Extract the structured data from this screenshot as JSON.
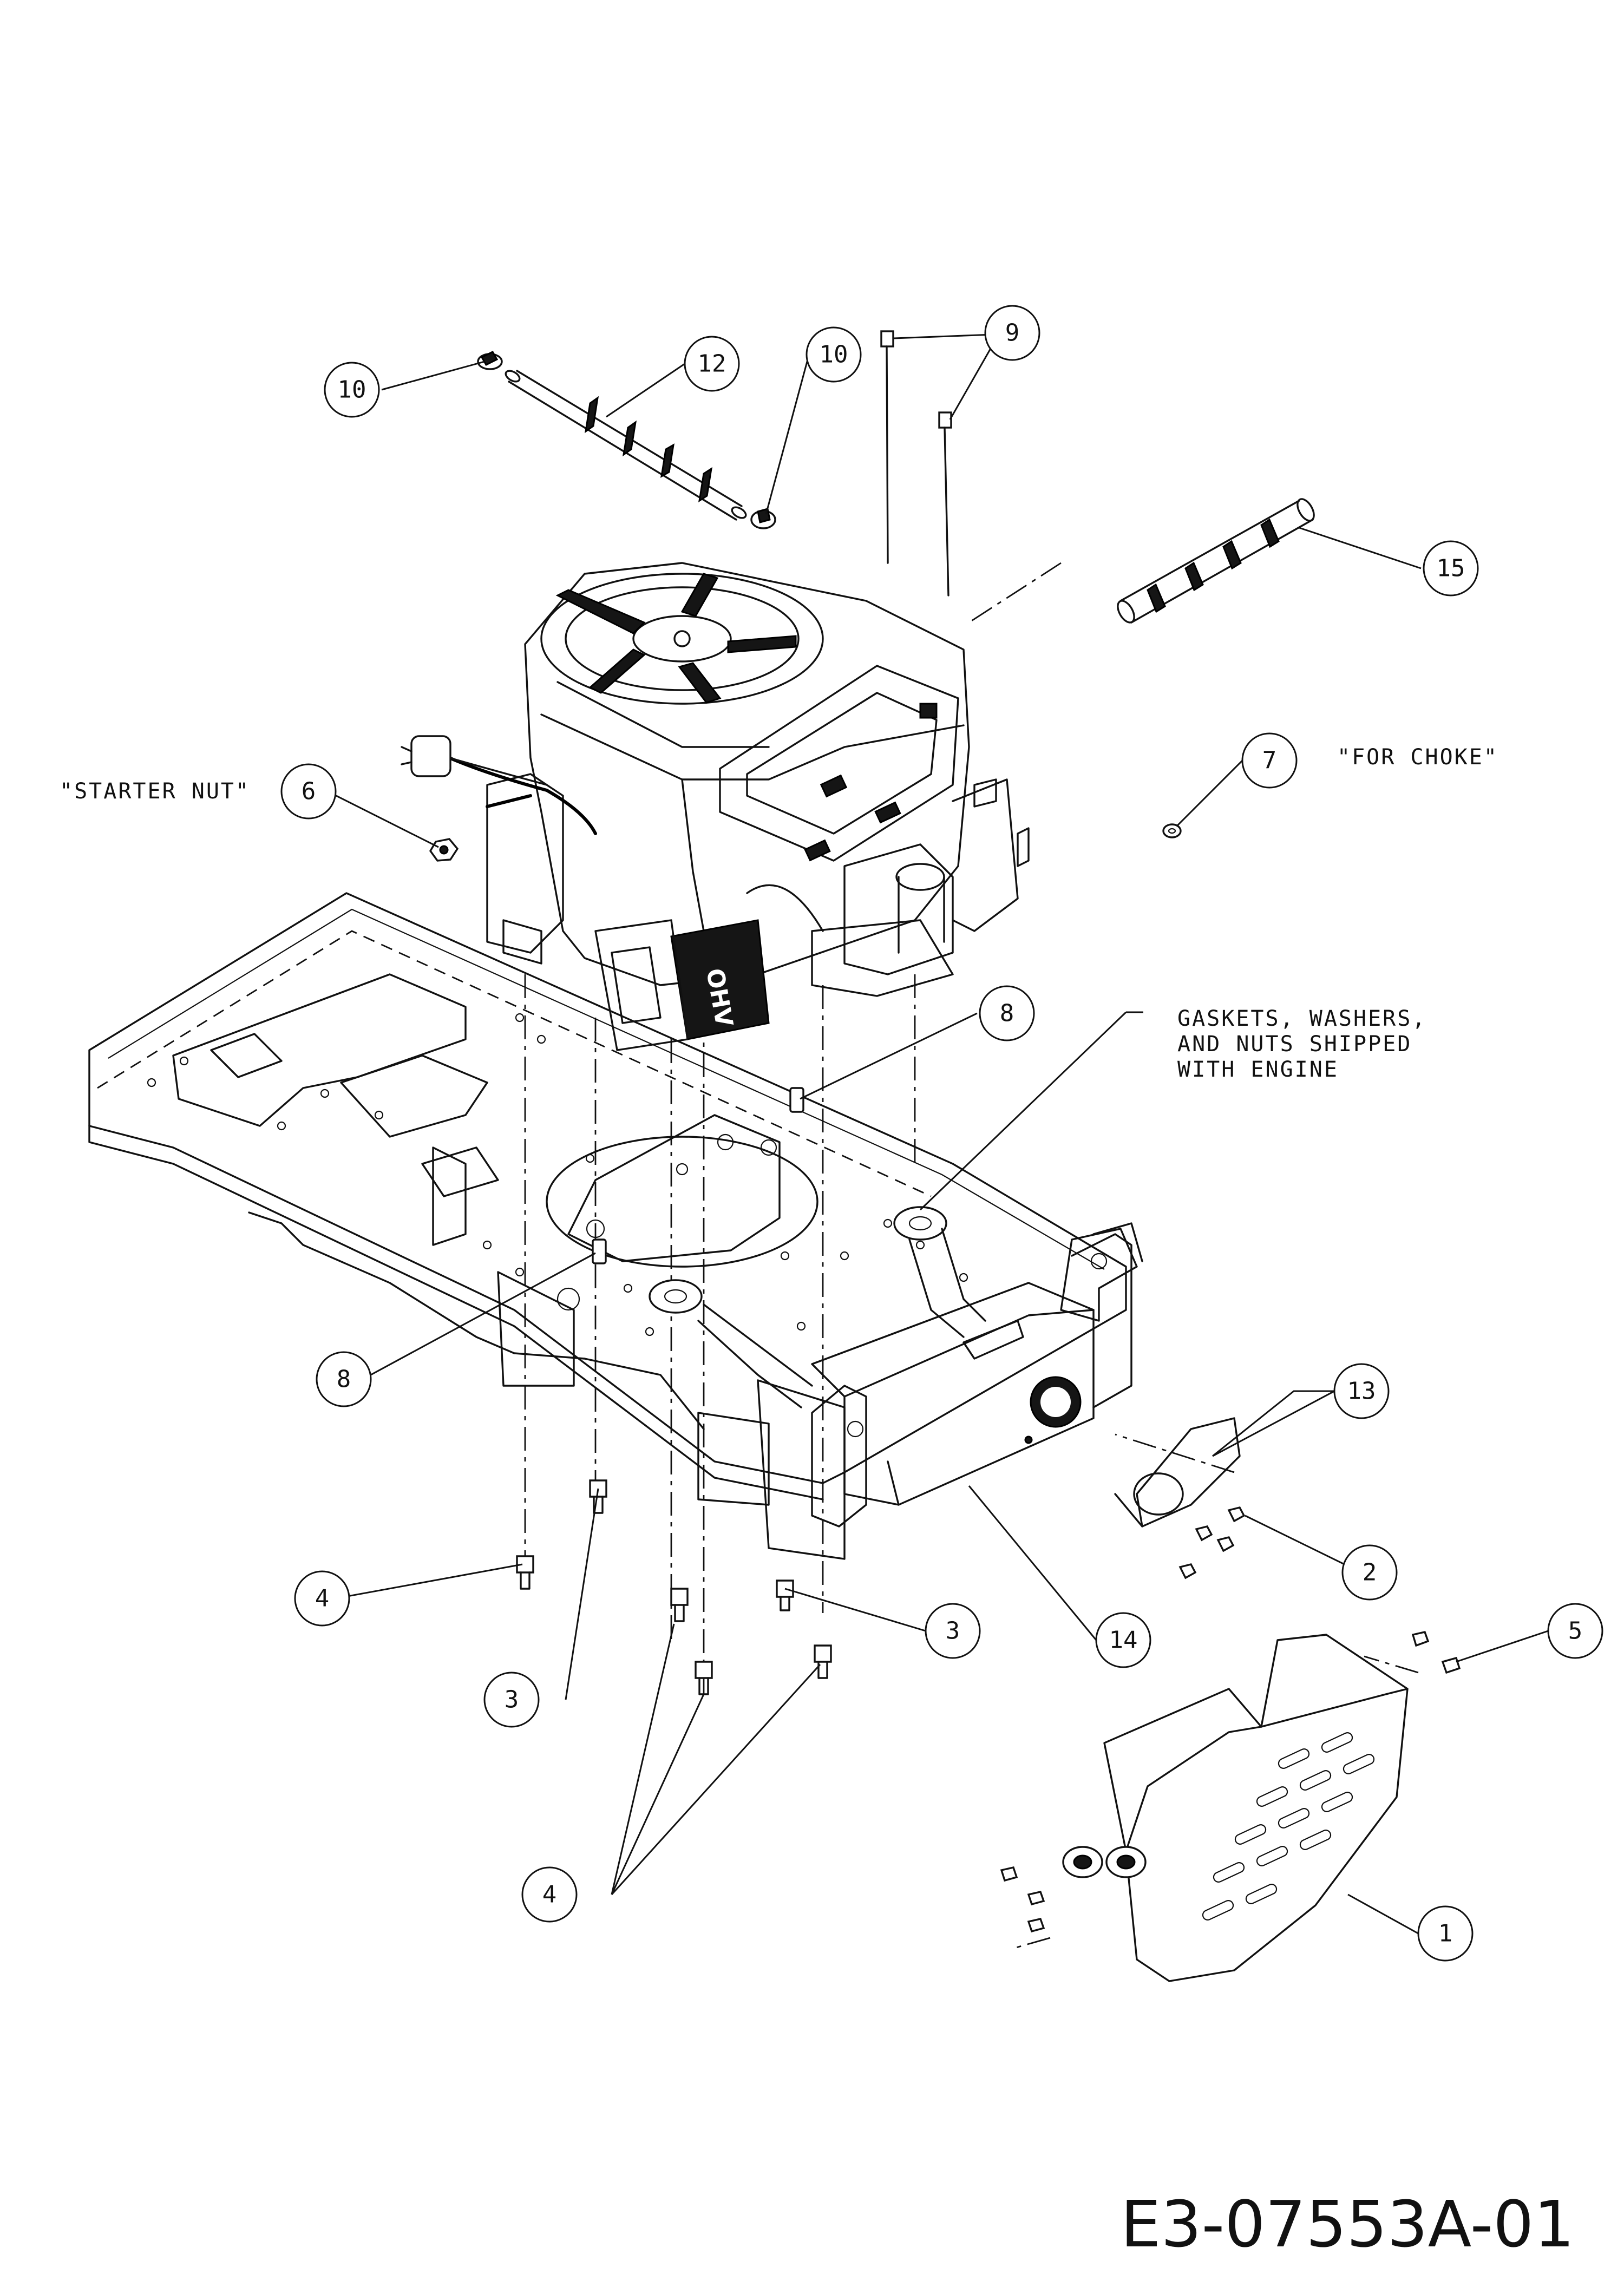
{
  "callouts": {
    "c10a": "10",
    "c12": "12",
    "c10b": "10",
    "c9": "9",
    "c15": "15",
    "c6": "6",
    "c7": "7",
    "c8a": "8",
    "c8b": "8",
    "c13": "13",
    "c2": "2",
    "c4a": "4",
    "c3a": "3",
    "c3b": "3",
    "c14": "14",
    "c5": "5",
    "c1": "1",
    "c4b": "4"
  },
  "notes": {
    "starter_nut": "\"STARTER NUT\"",
    "for_choke": "\"FOR CHOKE\"",
    "gaskets_line1": "GASKETS, WASHERS,",
    "gaskets_line2": "AND NUTS SHIPPED",
    "gaskets_line3": "WITH ENGINE"
  },
  "engine_label": "OHV",
  "drawing_code": "E3-07553A-01"
}
